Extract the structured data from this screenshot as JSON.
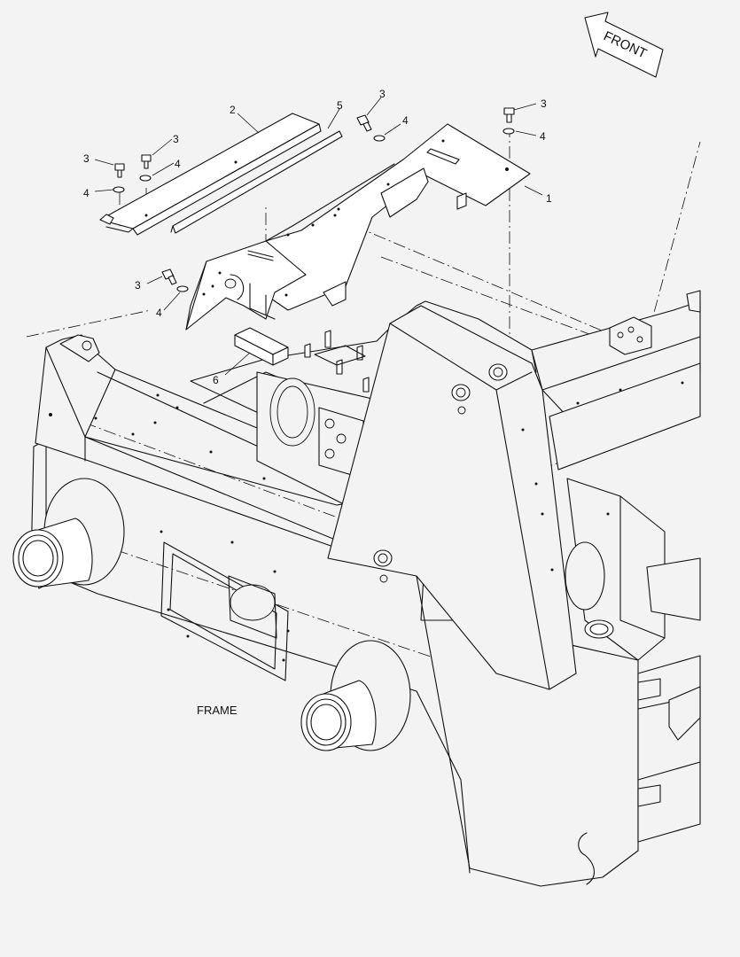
{
  "direction_arrow": {
    "label": "FRONT"
  },
  "frame_label": "FRAME",
  "callouts": [
    {
      "id": "c1",
      "text": "1"
    },
    {
      "id": "c2",
      "text": "2"
    },
    {
      "id": "c3a",
      "text": "3"
    },
    {
      "id": "c3b",
      "text": "3"
    },
    {
      "id": "c3c",
      "text": "3"
    },
    {
      "id": "c3d",
      "text": "3"
    },
    {
      "id": "c3e",
      "text": "3"
    },
    {
      "id": "c4a",
      "text": "4"
    },
    {
      "id": "c4b",
      "text": "4"
    },
    {
      "id": "c4c",
      "text": "4"
    },
    {
      "id": "c4d",
      "text": "4"
    },
    {
      "id": "c4e",
      "text": "4"
    },
    {
      "id": "c5",
      "text": "5"
    },
    {
      "id": "c6",
      "text": "6"
    }
  ]
}
